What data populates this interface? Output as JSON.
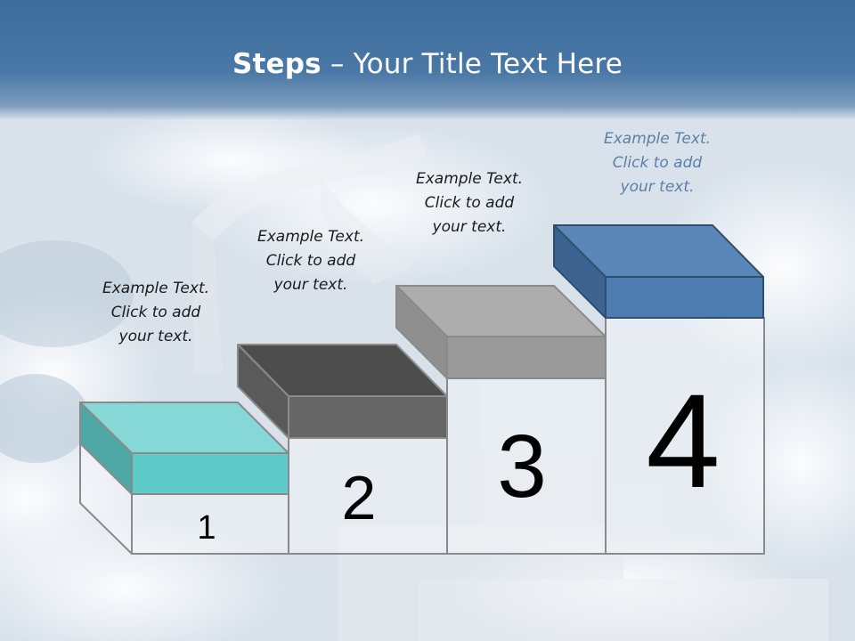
{
  "title": {
    "bold": "Steps",
    "rest": " – Your Title Text Here"
  },
  "steps": [
    {
      "number": "1",
      "callout": [
        "Example Text.",
        "Click  to add",
        "your text."
      ],
      "color": "#5ecbc8"
    },
    {
      "number": "2",
      "callout": [
        "Example Text.",
        "Click  to add",
        "your text."
      ],
      "color": "#666666"
    },
    {
      "number": "3",
      "callout": [
        "Example Text.",
        "Click  to add",
        "your text."
      ],
      "color": "#9a9a9a"
    },
    {
      "number": "4",
      "callout": [
        "Example Text.",
        "Click  to add",
        "your text."
      ],
      "color": "#5a86b8"
    }
  ],
  "colors": {
    "title_bar": "#3b6c9c",
    "sky": "#dfe6ee",
    "outline": "#7a7a7a"
  }
}
